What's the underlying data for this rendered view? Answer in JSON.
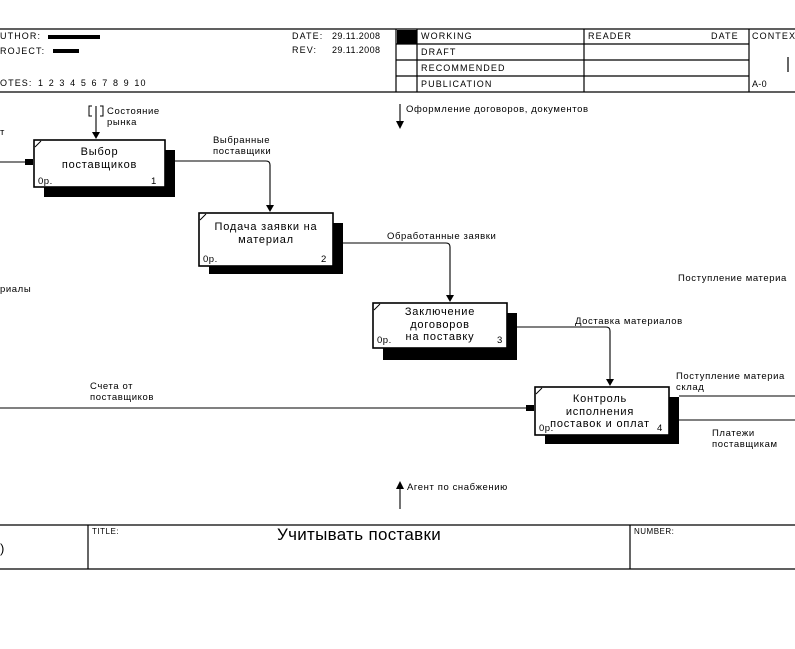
{
  "header": {
    "author_label": "UTHOR:",
    "project_label": "ROJECT:",
    "notes_label": "OTES:",
    "notes_numbers": "1  2  3  4  5  6  7  8  9  10",
    "date_label": "DATE:",
    "date_value": "29.11.2008",
    "rev_label": "REV:",
    "rev_value": "29.11.2008",
    "status_rows": [
      "WORKING",
      "DRAFT",
      "RECOMMENDED",
      "PUBLICATION"
    ],
    "active_status": "WORKING",
    "reader_label": "READER",
    "reader_date_label": "DATE",
    "context_label": "CONTEX",
    "context_node": "A-0"
  },
  "diagram": {
    "activities": [
      {
        "id": 1,
        "label": "Выбор\nпоставщиков",
        "cost": "0р.",
        "number": "1"
      },
      {
        "id": 2,
        "label": "Подача заявки на\nматериал",
        "cost": "0р.",
        "number": "2"
      },
      {
        "id": 3,
        "label": "Заключение\nдоговоров\nна поставку",
        "cost": "0р.",
        "number": "3"
      },
      {
        "id": 4,
        "label": "Контроль\nисполнения\nпоставок и оплат",
        "cost": "0р.",
        "number": "4"
      }
    ],
    "arrows": {
      "market_state": "Состояние\nрынка",
      "market_tunnel": "[ ]",
      "docs_control": "Оформление договоров, документов",
      "selected_suppliers": "Выбранные\nпоставщики",
      "processed_requests": "Обработанные заявки",
      "material_delivery": "Доставка материалов",
      "invoices": "Счета от\nпоставщиков",
      "materials_in_partial": "риалы",
      "left_in_partial": "т",
      "material_receipt_top": "Поступление материа",
      "material_receipt_warehouse": "Поступление материа\nсклад",
      "supplier_payments": "Платежи\nпоставщикам",
      "supply_agent": "Агент по снабжению"
    }
  },
  "footer": {
    "node_partial": ")",
    "title_label": "TITLE:",
    "title_value": "Учитывать поставки",
    "number_label": "NUMBER:"
  }
}
